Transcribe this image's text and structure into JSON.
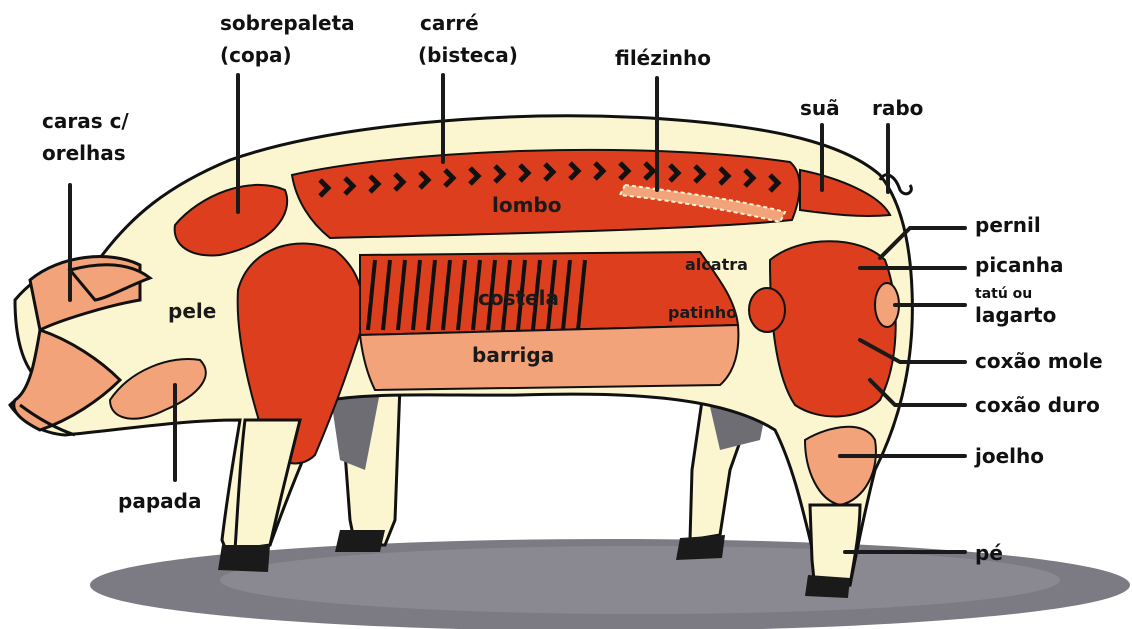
{
  "colors": {
    "body": "#fbf6cf",
    "cut_red": "#dd3f1e",
    "cut_light": "#f2a37a",
    "outline": "#111111",
    "shadow": "#7c7a82",
    "hoof": "#1a1a1a"
  },
  "labels_outside": {
    "caras": "caras c/",
    "orelhas": "orelhas",
    "sobrepaleta": "sobrepaleta",
    "copa": "(copa)",
    "carre": "carré",
    "bisteca": "(bisteca)",
    "filezinho": "filézinho",
    "sua": "suã",
    "rabo": "rabo",
    "pernil": "pernil",
    "picanha": "picanha",
    "tatu_ou": "tatú ou",
    "lagarto": "lagarto",
    "coxao_mole": "coxão mole",
    "coxao_duro": "coxão duro",
    "joelho": "joelho",
    "pe": "pé",
    "papada": "papada"
  },
  "labels_inside": {
    "lombo": "lombo",
    "costela": "costela",
    "barriga": "barriga",
    "pele": "pele",
    "alcatra": "alcatra",
    "patinho": "patinho"
  }
}
